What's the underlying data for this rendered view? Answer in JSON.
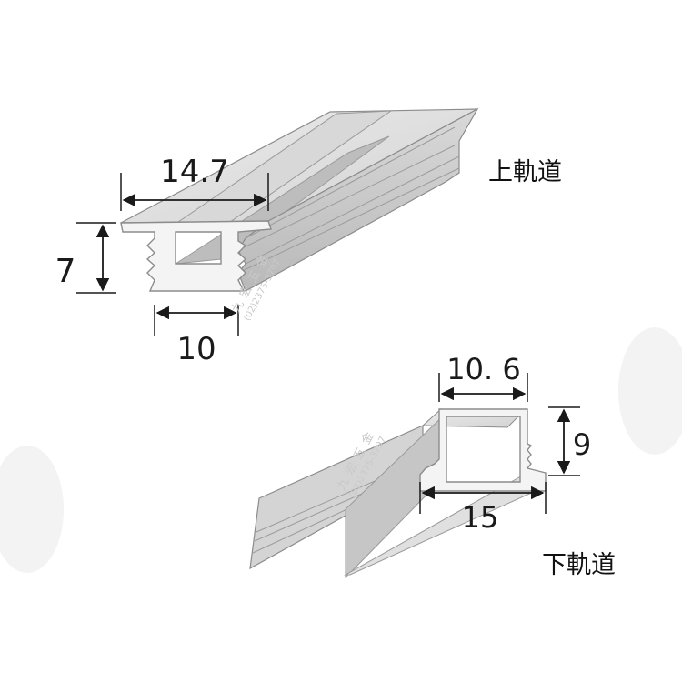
{
  "upper_rail": {
    "name": "上軌道",
    "width_top": "14.7",
    "height": "7",
    "width_bottom": "10"
  },
  "lower_rail": {
    "name": "下軌道",
    "width_top": "10. 6",
    "height": "9",
    "width_bottom": "15"
  },
  "watermark": {
    "shop": "九宏五金",
    "phone": "(02)2375-3797"
  },
  "colors": {
    "profile_face": "#f4f4f4",
    "profile_side": "#c9c9c9",
    "profile_top": "#e2e2e2",
    "profile_edge": "#8c8c8c",
    "dimension_line": "#1a1a1a"
  }
}
